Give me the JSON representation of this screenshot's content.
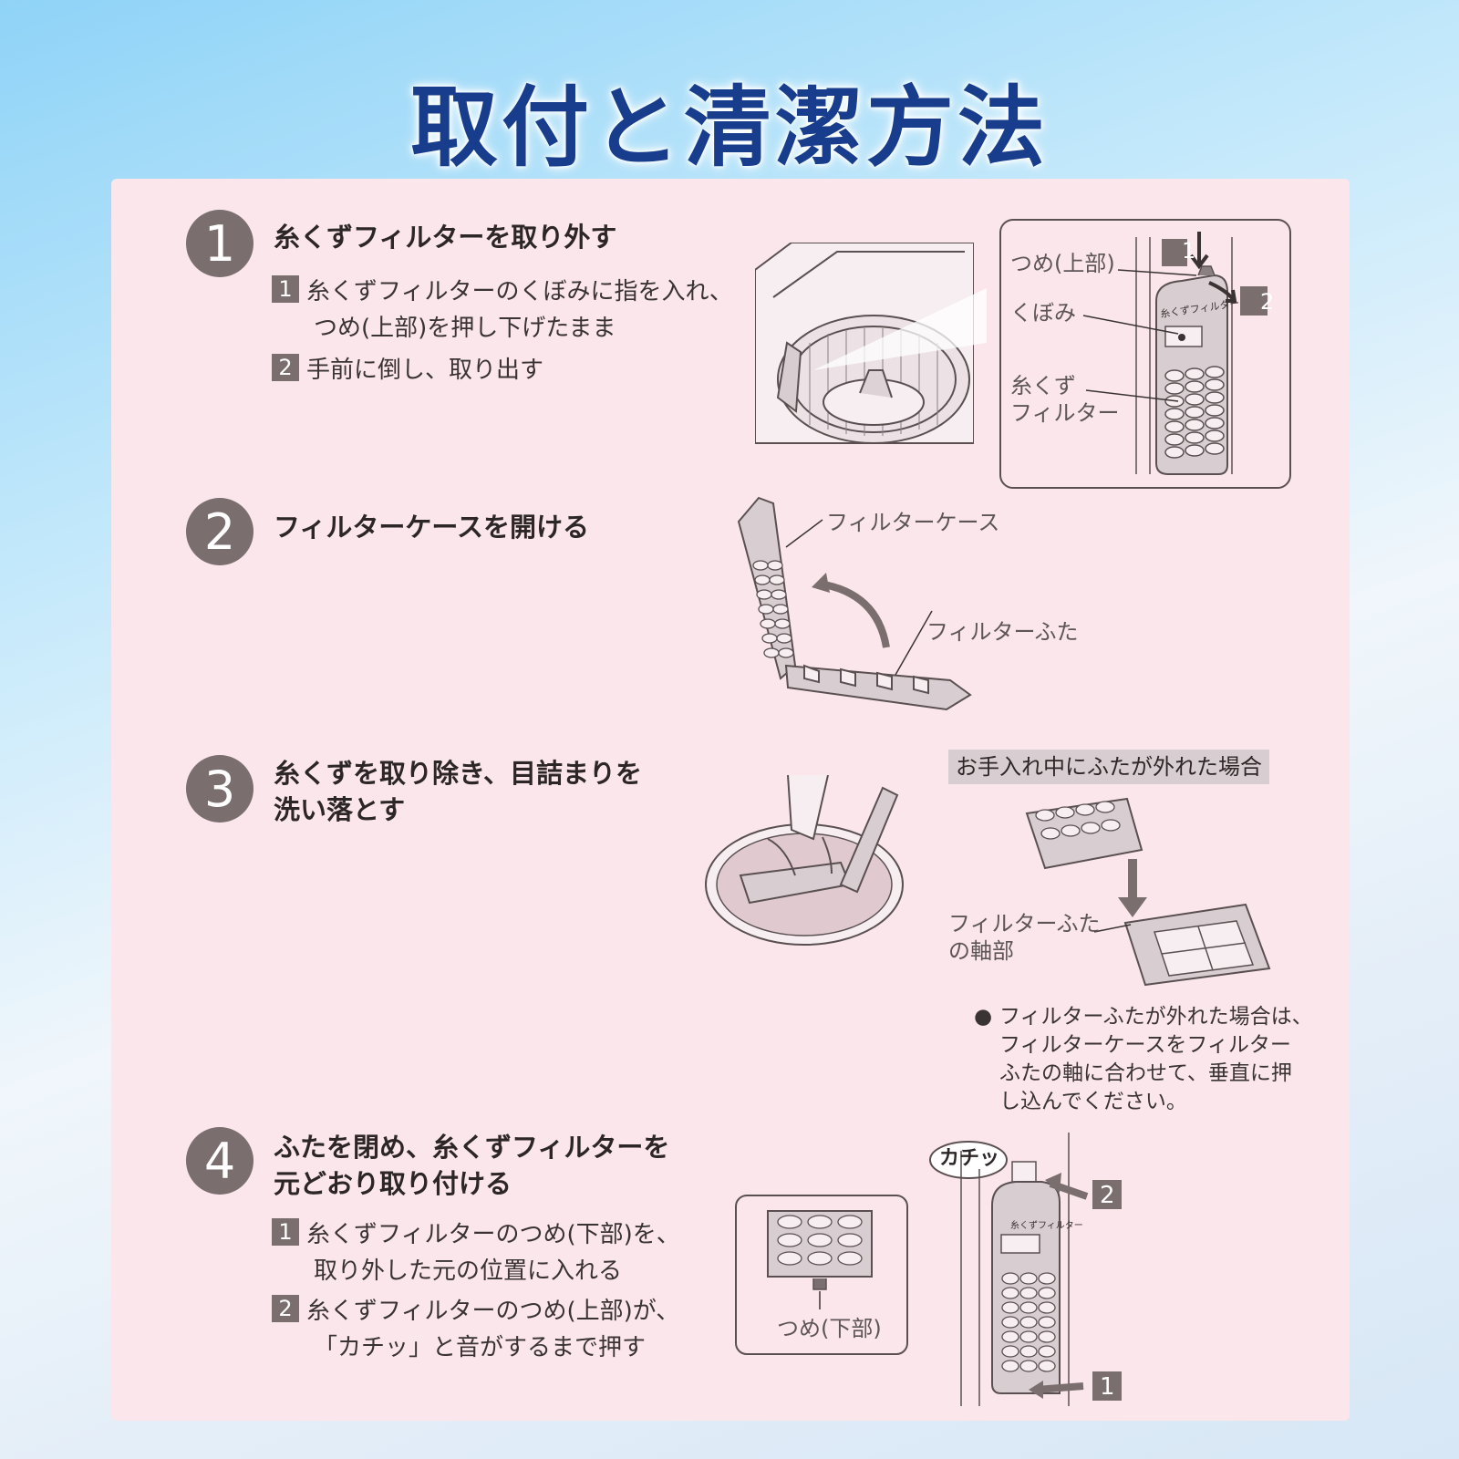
{
  "title": "取付と清潔方法",
  "steps": [
    {
      "number": "1",
      "title": "糸くずフィルターを取り外す",
      "subs": [
        {
          "num": "1",
          "line1": "糸くずフィルターのくぼみに指を入れ、",
          "line2": "つめ(上部)を押し下げたまま"
        },
        {
          "num": "2",
          "line1": "手前に倒し、取り出す"
        }
      ],
      "labels": {
        "tsume": "つめ(上部)",
        "kubomi": "くぼみ",
        "filter1": "糸くず",
        "filter2": "フィルター",
        "badge1": "1",
        "badge2": "2",
        "filter_print": "糸くずフィルター"
      }
    },
    {
      "number": "2",
      "title": "フィルターケースを開ける",
      "labels": {
        "case": "フィルターケース",
        "lid": "フィルターふた"
      }
    },
    {
      "number": "3",
      "title_line1": "糸くずを取り除き、目詰まりを",
      "title_line2": "洗い落とす",
      "tag": "お手入れ中にふたが外れた場合",
      "labels": {
        "axis1": "フィルターふた",
        "axis2": "の軸部"
      },
      "note_bullet": "●",
      "note_lines": [
        "フィルターふたが外れた場合は、",
        "フィルターケースをフィルター",
        "ふたの軸に合わせて、垂直に押",
        "し込んでください。"
      ]
    },
    {
      "number": "4",
      "title_line1": "ふたを閉め、糸くずフィルターを",
      "title_line2": "元どおり取り付ける",
      "subs": [
        {
          "num": "1",
          "line1": "糸くずフィルターのつめ(下部)を、",
          "line2": "取り外した元の位置に入れる"
        },
        {
          "num": "2",
          "line1": "糸くずフィルターのつめ(上部)が、",
          "line2": "「カチッ」と音がするまで押す"
        }
      ],
      "labels": {
        "click": "カチッ",
        "tsume_bottom": "つめ(下部)",
        "badge1": "1",
        "badge2": "2",
        "filter_print": "糸くずフィルター"
      }
    }
  ],
  "colors": {
    "title": "#173d8c",
    "panel": "#fbe6ec",
    "circle": "#7a6e6f",
    "line_art": "#5a5052"
  }
}
